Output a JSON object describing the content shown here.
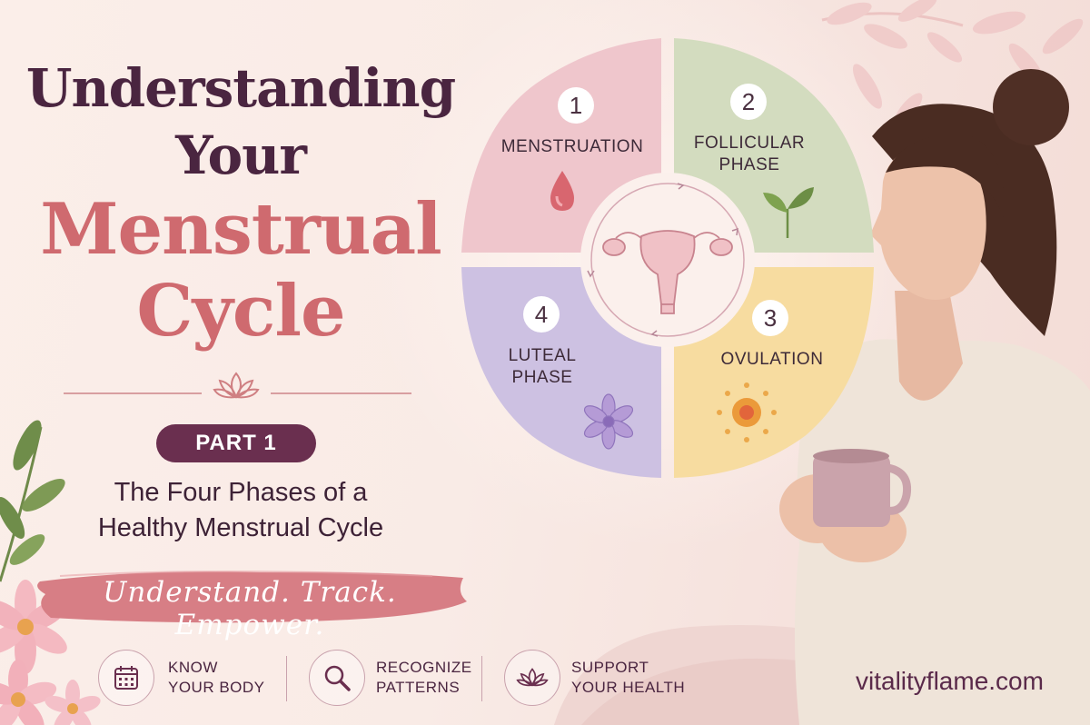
{
  "title": {
    "line1": "Understanding",
    "line2": "Your",
    "line3": "Menstrual",
    "line4": "Cycle"
  },
  "part_badge": "PART 1",
  "subtitle": {
    "line1": "The Four Phases of a",
    "line2": "Healthy Menstrual Cycle"
  },
  "tagline": "Understand. Track. Empower.",
  "phases": [
    {
      "number": "1",
      "label_line1": "MENSTRUATION",
      "label_line2": "",
      "color": "#efc6cc",
      "icon": "blood-drop-icon"
    },
    {
      "number": "2",
      "label_line1": "FOLLICULAR",
      "label_line2": "PHASE",
      "color": "#d3dcbf",
      "icon": "leaves-icon"
    },
    {
      "number": "3",
      "label_line1": "OVULATION",
      "label_line2": "",
      "color": "#f7dca0",
      "icon": "sun-icon"
    },
    {
      "number": "4",
      "label_line1": "LUTEAL",
      "label_line2": "PHASE",
      "color": "#cdc1e2",
      "icon": "flower-icon"
    }
  ],
  "features": [
    {
      "line1": "KNOW",
      "line2": "YOUR BODY",
      "icon": "calendar-icon"
    },
    {
      "line1": "RECOGNIZE",
      "line2": "PATTERNS",
      "icon": "magnifier-icon"
    },
    {
      "line1": "SUPPORT",
      "line2": "YOUR HEALTH",
      "icon": "lotus-icon"
    }
  ],
  "website": "vitalityflame.com",
  "colors": {
    "plum": "#4a2540",
    "rose": "#cf6a6f",
    "badge": "#6a2f4f",
    "brush": "#d77e85"
  }
}
